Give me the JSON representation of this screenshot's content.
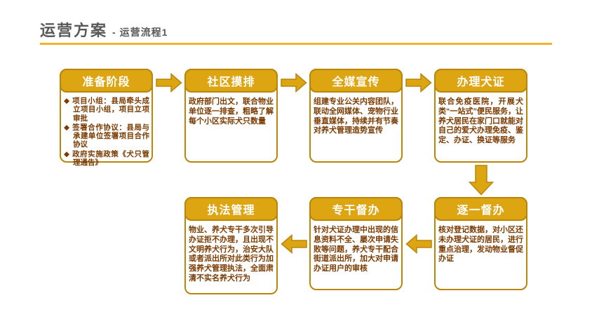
{
  "slide": {
    "title": "运营方案",
    "subtitle": "- 运营流程1"
  },
  "colors": {
    "accent_gold": "#DCA511",
    "border_gold": "#B8860B",
    "underline_gold": "#F0B429",
    "title_gray": "#595959",
    "body_brown": "#7A3A00"
  },
  "flowchart": {
    "boxes": [
      {
        "title": "准备阶段",
        "bullets": [
          "项目小组：县局牵头成立项目小组，项目立项审批",
          "签署合作协议：县局与承建单位签署项目合作协议",
          "政府实施政策《犬只管理通告》"
        ]
      },
      {
        "title": "社区摸排",
        "text": "政府部门出文，联合物业单位逐一排查，粗略了解每个小区实际犬只数量"
      },
      {
        "title": "全媒宣传",
        "text": "组建专业公关内容团队，联动全网媒体、宠物行业垂直媒体，持续并有节奏对养犬管理造势宣传"
      },
      {
        "title": "办理犬证",
        "text": "联合免疫医院，开展犬类“一站式”便民服务，让养犬居民在家门口就能对自己的爱犬办理免疫、鉴定、办证、换证等服务"
      },
      {
        "title": "逐一督办",
        "text": "核对登记数据，对小区还未办理犬证的居民，进行重点治理，发动物业督促办证"
      },
      {
        "title": "专干督办",
        "text": "针对犬证办理中出现的信息资料不全、屡次申请失败等问题，养犬专干配合街道派出所，加大对申请办证用户的审核"
      },
      {
        "title": "执法管理",
        "text": "物业、养犬专干多次引导办证拒不办理，且出现不文明养犬行为，治安大队或者派出所对此类行为加强养犬管理执法，全面肃清不实名养犬行为"
      }
    ]
  }
}
